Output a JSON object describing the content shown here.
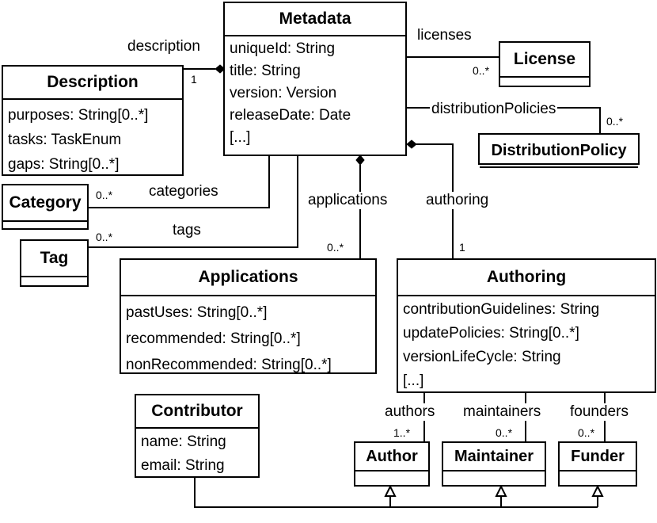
{
  "classes": {
    "metadata": {
      "name": "Metadata",
      "attributes": [
        "uniqueId: String",
        "title: String",
        "version: Version",
        "releaseDate: Date",
        "[...]"
      ]
    },
    "description": {
      "name": "Description",
      "attributes": [
        "purposes: String[0..*]",
        "tasks: TaskEnum",
        "gaps: String[0..*]"
      ]
    },
    "license": {
      "name": "License",
      "attributes": []
    },
    "distribution_policy": {
      "name": "DistributionPolicy",
      "attributes": []
    },
    "category": {
      "name": "Category",
      "attributes": []
    },
    "tag": {
      "name": "Tag",
      "attributes": []
    },
    "applications": {
      "name": "Applications",
      "attributes": [
        "pastUses: String[0..*]",
        "recommended: String[0..*]",
        "nonRecommended: String[0..*]"
      ]
    },
    "authoring": {
      "name": "Authoring",
      "attributes": [
        "contributionGuidelines: String",
        "updatePolicies: String[0..*]",
        "versionLifeCycle: String",
        "[...]"
      ]
    },
    "contributor": {
      "name": "Contributor",
      "attributes": [
        "name: String",
        "email: String"
      ]
    },
    "author": {
      "name": "Author",
      "attributes": []
    },
    "maintainer": {
      "name": "Maintainer",
      "attributes": []
    },
    "funder": {
      "name": "Funder",
      "attributes": []
    }
  },
  "associations": {
    "description": {
      "role": "description",
      "multiplicity": "1"
    },
    "licenses": {
      "role": "licenses",
      "multiplicity": "0..*"
    },
    "distribution_policies": {
      "role": "distributionPolicies",
      "multiplicity": "0..*"
    },
    "categories": {
      "role": "categories",
      "multiplicity": "0..*"
    },
    "tags": {
      "role": "tags",
      "multiplicity": "0..*"
    },
    "applications": {
      "role": "applications",
      "multiplicity": "0..*"
    },
    "authoring": {
      "role": "authoring",
      "multiplicity": "1"
    },
    "authors": {
      "role": "authors",
      "multiplicity": "1..*"
    },
    "maintainers": {
      "role": "maintainers",
      "multiplicity": "0..*"
    },
    "founders": {
      "role": "founders",
      "multiplicity": "0..*"
    }
  }
}
